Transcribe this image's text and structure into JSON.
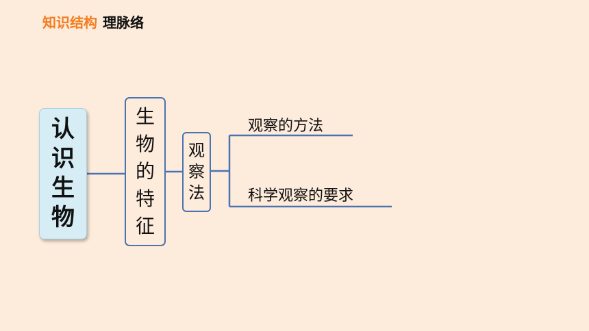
{
  "header": {
    "accent": "知识结构",
    "main": "理脉络"
  },
  "diagram": {
    "root": "认识生物",
    "level2": "生物的特征",
    "level3": "观察法",
    "leaves": [
      "观察的方法",
      "科学观察的要求"
    ]
  },
  "colors": {
    "background": "#fdebdb",
    "accent": "#f47c1f",
    "root_fill": "#d6edf5",
    "line": "#4a73b0"
  }
}
